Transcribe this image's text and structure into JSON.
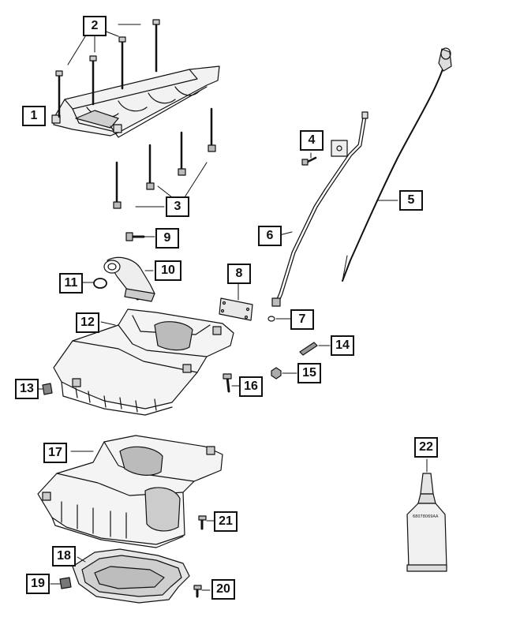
{
  "diagram": {
    "callouts": [
      {
        "id": "c1",
        "label": "1"
      },
      {
        "id": "c2",
        "label": "2"
      },
      {
        "id": "c3",
        "label": "3"
      },
      {
        "id": "c4",
        "label": "4"
      },
      {
        "id": "c5",
        "label": "5"
      },
      {
        "id": "c6",
        "label": "6"
      },
      {
        "id": "c7",
        "label": "7"
      },
      {
        "id": "c8",
        "label": "8"
      },
      {
        "id": "c9",
        "label": "9"
      },
      {
        "id": "c10",
        "label": "10"
      },
      {
        "id": "c11",
        "label": "11"
      },
      {
        "id": "c12",
        "label": "12"
      },
      {
        "id": "c13",
        "label": "13"
      },
      {
        "id": "c14",
        "label": "14"
      },
      {
        "id": "c15",
        "label": "15"
      },
      {
        "id": "c16",
        "label": "16"
      },
      {
        "id": "c17",
        "label": "17"
      },
      {
        "id": "c18",
        "label": "18"
      },
      {
        "id": "c19",
        "label": "19"
      },
      {
        "id": "c20",
        "label": "20"
      },
      {
        "id": "c21",
        "label": "21"
      },
      {
        "id": "c22",
        "label": "22"
      }
    ],
    "sealant_tube_text": "68078069AA",
    "colors": {
      "line": "#111111",
      "background": "#ffffff",
      "shade": "#d9d9d9",
      "dark": "#555555"
    }
  }
}
